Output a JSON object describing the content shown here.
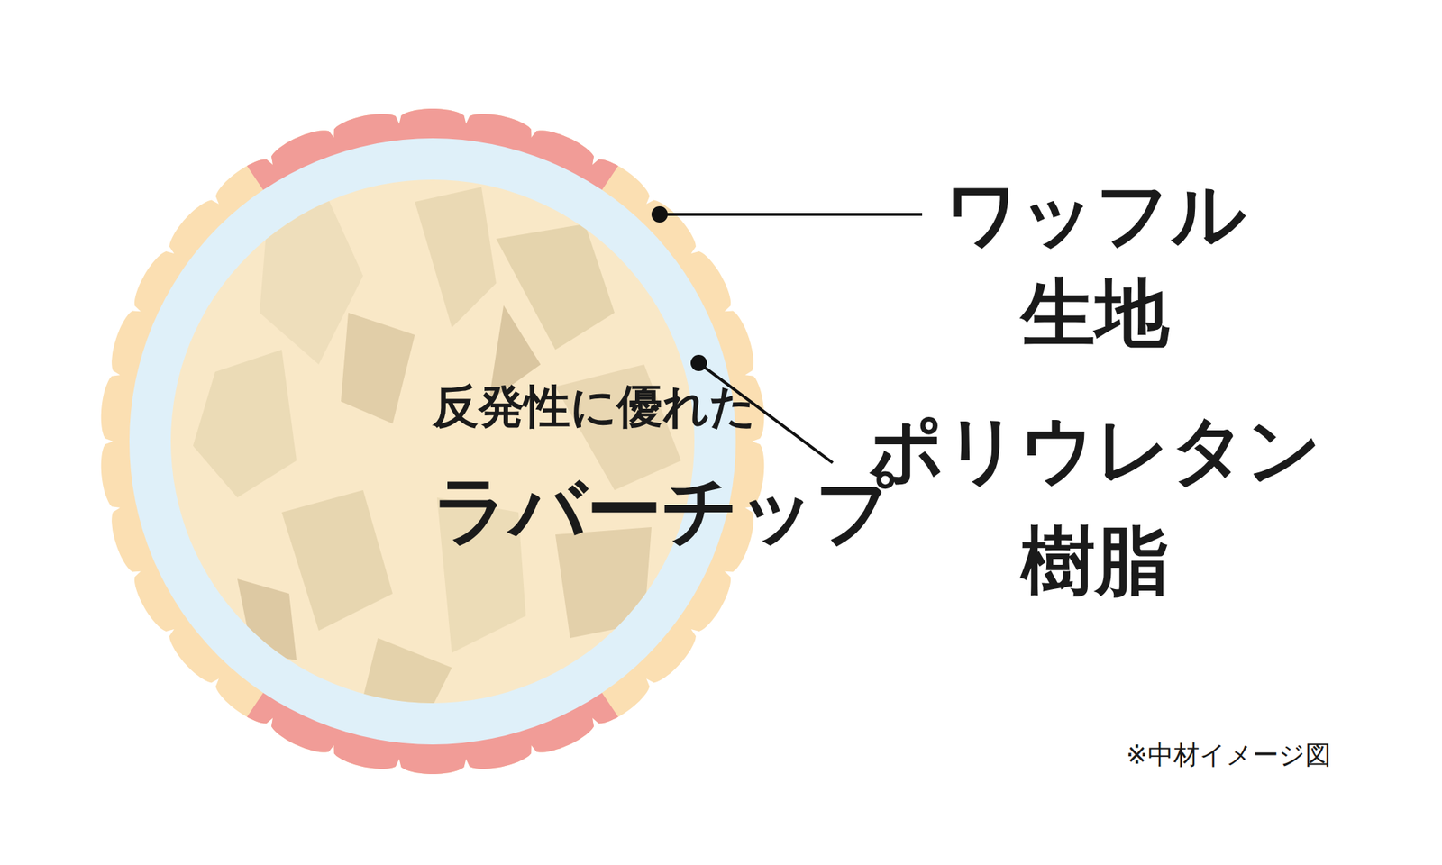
{
  "diagram": {
    "nodes": [
      {
        "text": [
          "反発性に優れた",
          "ラバーチップ"
        ]
      }
    ],
    "labels": [
      "ワッフル 生地",
      "ポリウレタン 樹脂",
      "※中材イメージ図"
    ]
  }
}
